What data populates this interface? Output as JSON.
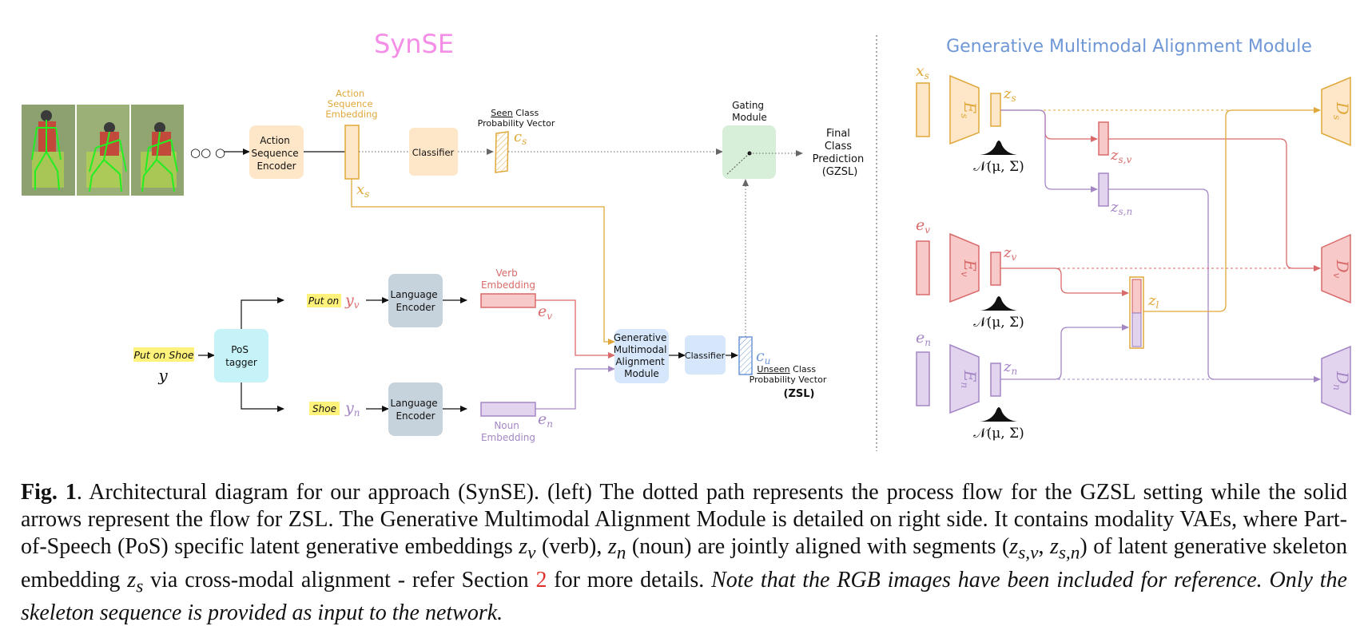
{
  "left": {
    "title": "SynSE",
    "action_encoder": "Action Sequence Encoder",
    "action_embedding": [
      "Action",
      "Sequence",
      "Embedding"
    ],
    "x_s": "x",
    "x_s_sub": "s",
    "classifier_top": "Classifier",
    "seen_vector": [
      "Seen Class",
      "Probability Vector"
    ],
    "c_s": "c",
    "c_s_sub": "s",
    "gating": [
      "Gating",
      "Module"
    ],
    "final": [
      "Final",
      "Class",
      "Prediction",
      "(GZSL)"
    ],
    "ellipsis": "○○ ○",
    "put_on_shoe": "Put on Shoe",
    "y": "y",
    "pos_tagger": [
      "PoS",
      "tagger"
    ],
    "put_on": "Put on",
    "y_v": "y",
    "y_v_sub": "v",
    "shoe": "Shoe",
    "y_n": "y",
    "y_n_sub": "n",
    "language_encoder": [
      "Language",
      "Encoder"
    ],
    "verb_embedding": [
      "Verb",
      "Embedding"
    ],
    "e_v": "e",
    "e_v_sub": "v",
    "noun_embedding": [
      "Noun",
      "Embedding"
    ],
    "e_n": "e",
    "e_n_sub": "n",
    "gmam": [
      "Generative",
      "Multimodal",
      "Alignment",
      "Module"
    ],
    "classifier_bottom": "Classifier",
    "c_u": "c",
    "c_u_sub": "u",
    "unseen_vector": [
      "Unseen Class",
      "Probability Vector"
    ],
    "zsl": "(ZSL)"
  },
  "right": {
    "title": "Generative Multimodal Alignment Module",
    "x_s": "x",
    "x_s_sub": "s",
    "E_s": "E",
    "E_s_sub": "s",
    "z_s": "z",
    "z_s_sub": "s",
    "normal": "𝒩(μ, Σ)",
    "z_sv": "z",
    "z_sv_sub": "s,v",
    "z_sn": "z",
    "z_sn_sub": "s,n",
    "e_v": "e",
    "e_v_sub": "v",
    "E_v": "E",
    "E_v_sub": "v",
    "z_v": "z",
    "z_v_sub": "v",
    "z_l": "z",
    "z_l_sub": "l",
    "e_n": "e",
    "e_n_sub": "n",
    "E_n": "E",
    "E_n_sub": "n",
    "z_n": "z",
    "z_n_sub": "n",
    "D_s": "D",
    "D_s_sub": "s",
    "D_v": "D",
    "D_v_sub": "v",
    "D_n": "D",
    "D_n_sub": "n"
  },
  "colors": {
    "synse_title": "#f58ee6",
    "gmam_title": "#6f97d6",
    "orange": "#e0a83a",
    "orange_fill": "#fde7c8",
    "red": "#d96a6a",
    "red_fill": "#f7c9c9",
    "purple": "#a486c4",
    "purple_fill": "#e2d4ef",
    "grey_fill": "#c6d2dc",
    "cyan_fill": "#c5f3f7",
    "blue_fill": "#d6e6fb",
    "green_fill": "#d7eed8",
    "highlight": "#fff27a"
  },
  "caption": {
    "fig_label": "Fig. 1",
    "part1": ". Architectural diagram for our approach (SynSE). (left) The dotted path represents the process flow for the GZSL setting while the solid arrows represent the flow for ZSL. The Generative Multimodal Alignment Module is detailed on right side. It contains modality VAEs, where Part-of-Speech (PoS) specific latent generative embeddings ",
    "zv": "z",
    "zv_sub": "v",
    "part2": " (verb), ",
    "zn": "z",
    "zn_sub": "n",
    "part3": " (noun) are jointly aligned with segments (",
    "zsv": "z",
    "zsv_sub": "s,v",
    "comma": ", ",
    "zsn": "z",
    "zsn_sub": "s,n",
    "part4": ") of latent generative skeleton embedding ",
    "zs": "z",
    "zs_sub": "s",
    "part5": " via cross-modal alignment - refer Section ",
    "section_ref": "2",
    "part6": " for more details. ",
    "italic_note": "Note that the RGB images have been included for reference. Only the skeleton sequence is provided as input to the network."
  }
}
